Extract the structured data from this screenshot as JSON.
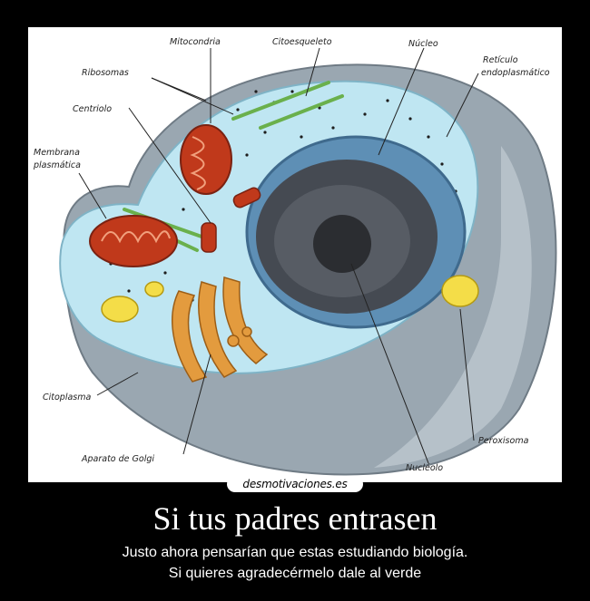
{
  "diagram": {
    "labels": {
      "mitocondria": "Mitocondria",
      "citoesqueleto": "Citoesqueleto",
      "nucleo": "Núcleo",
      "reticulo_1": "Retículo",
      "reticulo_2": "endoplasmático",
      "ribosomas": "Ribosomas",
      "centriolo": "Centriolo",
      "membrana_1": "Membrana",
      "membrana_2": "plasmática",
      "citoplasma": "Citoplasma",
      "golgi": "Aparato de Golgi",
      "peroxisoma": "Peroxisoma",
      "nucleolo": "Nucléolo"
    },
    "colors": {
      "cytoplasm": "#bfe6f2",
      "membrane": "#9aa7b1",
      "nucleus_outer": "#5e8fb5",
      "nucleus_inner": "#454a52",
      "nucleolus": "#2b2d31",
      "mitochondria": "#c0391b",
      "golgi": "#e39b3e",
      "vesicles": "#f4dd48",
      "cytoskeleton": "#6ab04c"
    }
  },
  "watermark": "desmotivaciones.es",
  "title": "Si tus padres entrasen",
  "caption": {
    "line1": "Justo ahora pensarían que estas estudiando biología.",
    "line2": "Si quieres agradecérmelo dale al verde"
  }
}
